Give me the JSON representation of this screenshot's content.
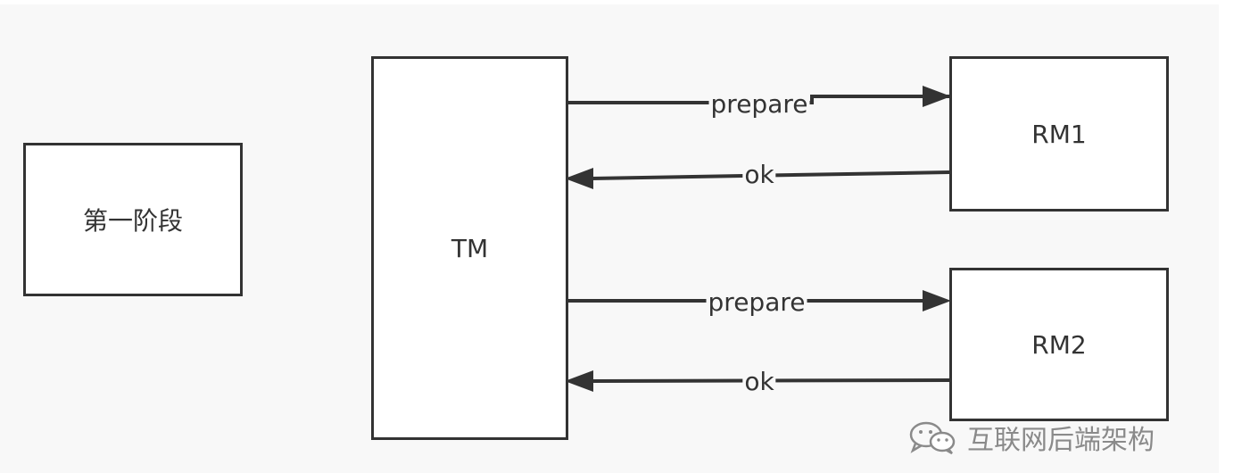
{
  "diagram": {
    "nodes": {
      "phase": "第一阶段",
      "tm": "TM",
      "rm1": "RM1",
      "rm2": "RM2"
    },
    "edges": [
      {
        "from": "TM",
        "to": "RM1",
        "label": "prepare"
      },
      {
        "from": "RM1",
        "to": "TM",
        "label": "ok"
      },
      {
        "from": "TM",
        "to": "RM2",
        "label": "prepare"
      },
      {
        "from": "RM2",
        "to": "TM",
        "label": "ok"
      }
    ]
  },
  "watermark": {
    "text": "互联网后端架构",
    "icon": "wechat-icon"
  },
  "colors": {
    "stroke": "#333333",
    "canvas": "#f8f8f8",
    "watermark": "#8a8a8a"
  }
}
